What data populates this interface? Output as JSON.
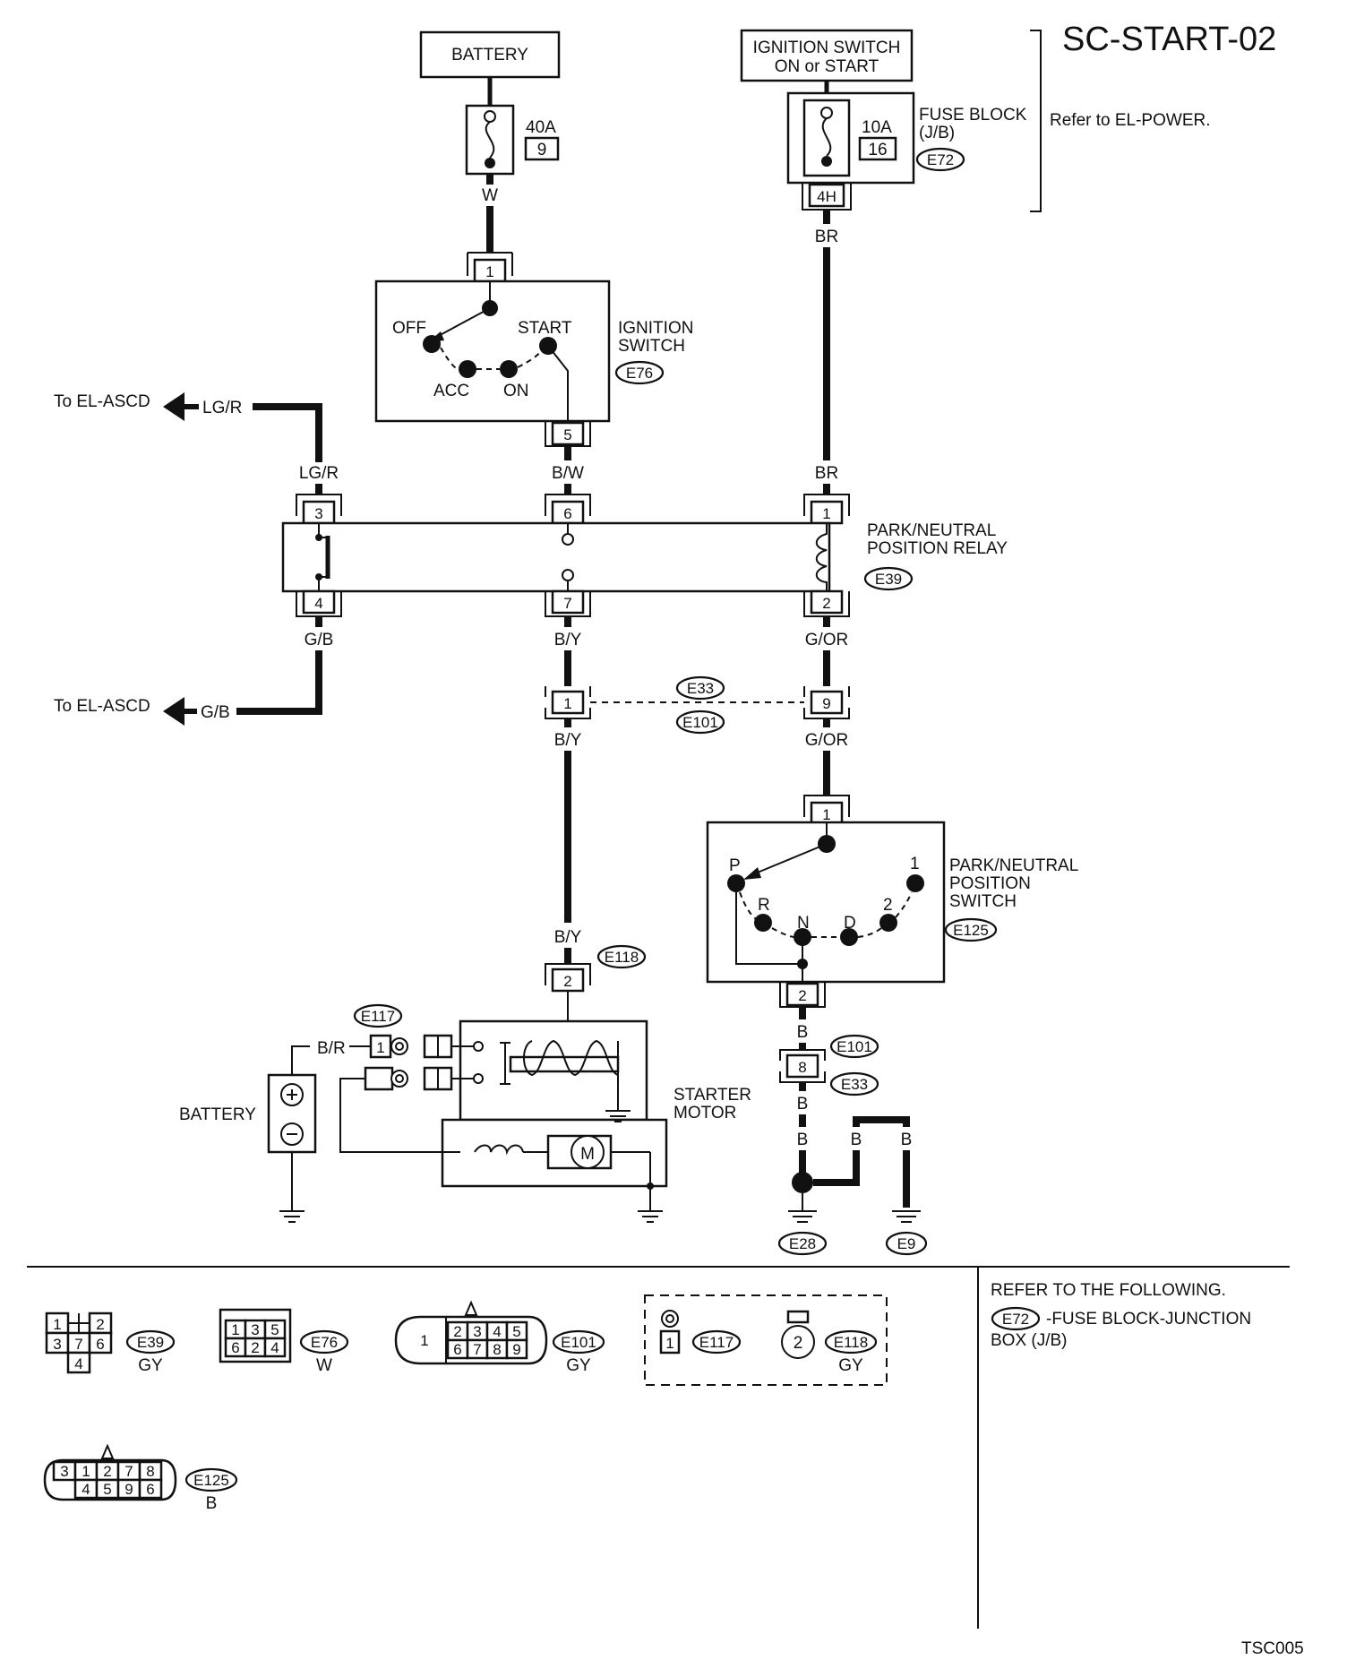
{
  "title": "SC-START-02",
  "figure_code": "TSC005",
  "refer_power": "Refer to EL-POWER.",
  "sources": {
    "battery_top": "BATTERY",
    "ign_on_start_line1": "IGNITION SWITCH",
    "ign_on_start_line2": "ON or START"
  },
  "fuses": {
    "left_amp": "40A",
    "left_num": "9",
    "right_amp": "10A",
    "right_num": "16",
    "fuse_block_line1": "FUSE BLOCK",
    "fuse_block_line2": "(J/B)",
    "fuse_block_conn": "E72",
    "fuse_block_pin": "4H"
  },
  "ignition_switch": {
    "name_line1": "IGNITION",
    "name_line2": "SWITCH",
    "connector": "E76",
    "positions": [
      "OFF",
      "ACC",
      "ON",
      "START"
    ],
    "pin_in": "1",
    "pin_out": "5"
  },
  "relay": {
    "name_line1": "PARK/NEUTRAL",
    "name_line2": "POSITION RELAY",
    "connector": "E39",
    "pins": [
      "3",
      "4",
      "6",
      "7",
      "1",
      "2"
    ]
  },
  "ascd": {
    "to_top": "To EL-ASCD",
    "to_bottom": "To EL-ASCD"
  },
  "joint": {
    "conn_top": "E33",
    "conn_bottom": "E101",
    "pin_left": "1",
    "pin_right": "9"
  },
  "pn_switch": {
    "name_line1": "PARK/NEUTRAL",
    "name_line2": "POSITION",
    "name_line3": "SWITCH",
    "connector": "E125",
    "pin_in": "1",
    "pin_out": "2",
    "positions": [
      "P",
      "R",
      "N",
      "D",
      "2",
      "1"
    ]
  },
  "starter": {
    "name_line1": "STARTER",
    "name_line2": "MOTOR",
    "conn_e117": "E117",
    "conn_e118": "E118",
    "pin_e117": "1",
    "pin_e118": "2",
    "motor_symbol": "M",
    "battery_label": "BATTERY"
  },
  "ground": {
    "conn_e101": "E101",
    "conn_e33": "E33",
    "pin": "8",
    "e28": "E28",
    "e9": "E9"
  },
  "wires": {
    "w": "W",
    "br_top": "BR",
    "br_relay": "BR",
    "lgr_top": "LG/R",
    "lgr_relay": "LG/R",
    "bw": "B/W",
    "gb_relay": "G/B",
    "gb_left": "G/B",
    "by_relay": "B/Y",
    "by_joint": "B/Y",
    "by_starter": "B/Y",
    "gor_relay": "G/OR",
    "gor_joint": "G/OR",
    "br_starter": "B/R",
    "b_pn": "B",
    "b_gnd1": "B",
    "b_gnd2": "B",
    "b_gnd3": "B",
    "b_gnd4": "B"
  },
  "connector_views": {
    "e39": {
      "id": "E39",
      "color": "GY",
      "pins_row1": [
        "1",
        "",
        "2"
      ],
      "pins_row2": [
        "3",
        "7",
        "6"
      ],
      "pins_row3": [
        "4"
      ]
    },
    "e76": {
      "id": "E76",
      "color": "W",
      "pins_row1": [
        "1",
        "3",
        "5"
      ],
      "pins_row2": [
        "6",
        "2",
        "4"
      ]
    },
    "e101": {
      "id": "E101",
      "color": "GY",
      "pin_big": "1",
      "pins_row1": [
        "2",
        "3",
        "4",
        "5"
      ],
      "pins_row2": [
        "6",
        "7",
        "8",
        "9"
      ]
    },
    "e117": {
      "id": "E117",
      "pin": "1"
    },
    "e118": {
      "id": "E118",
      "color": "GY",
      "pin": "2"
    },
    "e125": {
      "id": "E125",
      "color": "B",
      "pins_row1": [
        "3",
        "1",
        "2",
        "7",
        "8"
      ],
      "pins_row2": [
        "4",
        "5",
        "9",
        "6"
      ]
    }
  },
  "refer_following": {
    "heading": "REFER TO THE FOLLOWING.",
    "conn": "E72",
    "text1": "-FUSE BLOCK-JUNCTION",
    "text2": "BOX (J/B)"
  }
}
